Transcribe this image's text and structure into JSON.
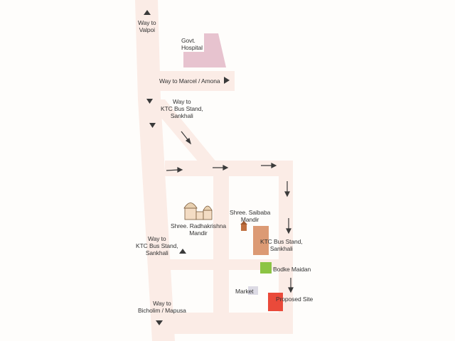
{
  "map": {
    "background": "#fefdfb",
    "road_color": "#fbece6",
    "labels": {
      "valpoi": [
        "Way to",
        "Valpoi"
      ],
      "hospital": [
        "Govt.",
        "Hospital"
      ],
      "marcel": "Way to Marcel / Amona",
      "ktc_top": [
        "Way to",
        "KTC Bus Stand,",
        "Sankhali"
      ],
      "radhakrishna": [
        "Shree. Radhakrishna",
        "Mandir"
      ],
      "saibaba": [
        "Shree. Saibaba",
        "Mandir"
      ],
      "ktc_left": [
        "Way to",
        "KTC Bus Stand,",
        "Sankhali"
      ],
      "ktc_bus_stand": [
        "KTC Bus Stand,",
        "Sankhali"
      ],
      "bodke": "Bodke Maidan",
      "market": "Market",
      "proposed": "Proposed Site",
      "bicholim": [
        "Way to",
        "Bicholim / Mapusa"
      ]
    },
    "colors": {
      "hospital": "#e7c3cf",
      "ktc_bus_stand": "#dc9a74",
      "bodke_maidan": "#8cc444",
      "market": "#dcdae4",
      "proposed_site": "#ea4a3a",
      "marker": "#3a3a3a"
    },
    "icons": [
      "triangle-up-icon",
      "triangle-down-icon",
      "triangle-right-icon",
      "arrow-icon",
      "temple-icon"
    ]
  }
}
